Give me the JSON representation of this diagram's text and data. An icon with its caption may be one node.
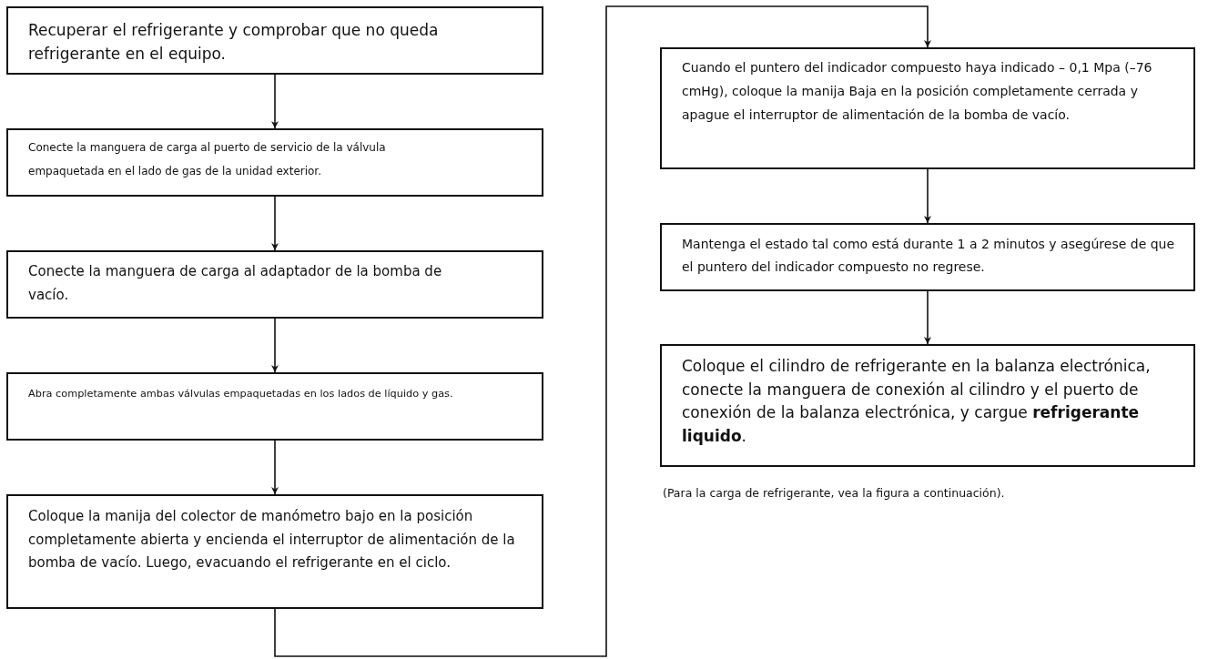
{
  "diagram": {
    "nodes": [
      {
        "text": [
          "Recuperar el refrigerante y comprobar que no queda refrigerante en el equipo."
        ]
      },
      {
        "text": [
          "Conecte la manguera de carga al puerto de servicio de la válvula empaquetada en el lado de gas de la unidad exterior."
        ]
      },
      {
        "text": [
          "Conecte la manguera de carga al adaptador de la bomba de vacío."
        ]
      },
      {
        "text": [
          "Abra completamente ambas válvulas empaquetadas en los lados de líquido y gas."
        ]
      },
      {
        "text": [
          "Coloque la manija del colector de manómetro bajo en la posición completamente abierta y encienda el interruptor de alimentación de la bomba de vacío. Luego, evacuando el refrigerante en el ciclo."
        ]
      },
      {
        "text": [
          "Cuando el puntero del indicador compuesto haya indicado – 0,1 Mpa (–76 cmHg), coloque la manija Baja en la posición completamente cerrada y apague el interruptor de alimentación de la bomba de vacío."
        ]
      },
      {
        "text": [
          "Mantenga el estado tal como está durante 1 a 2 minutos y asegúrese de que el puntero del indicador compuesto no regrese."
        ]
      },
      {
        "text": [
          "Coloque el cilindro de refrigerante en la balanza electrónica, conecte la manguera de conexión al cilindro y el puerto de conexión de la balanza electrónica, y cargue **refrigerante liquido**."
        ]
      }
    ],
    "edges": [
      {
        "from": 0,
        "to": 1,
        "arrow": "to"
      },
      {
        "from": 1,
        "to": 2,
        "arrow": "to"
      },
      {
        "from": 2,
        "to": 3,
        "arrow": "to"
      },
      {
        "from": 3,
        "to": 4,
        "arrow": "to"
      },
      {
        "from": 4,
        "to": 5,
        "arrow": "to"
      },
      {
        "from": 5,
        "to": 6,
        "arrow": "to"
      },
      {
        "from": 6,
        "to": 7,
        "arrow": "to"
      }
    ],
    "labels": [
      "(Para la carga de refrigerante, vea la figura a continuación)."
    ]
  }
}
